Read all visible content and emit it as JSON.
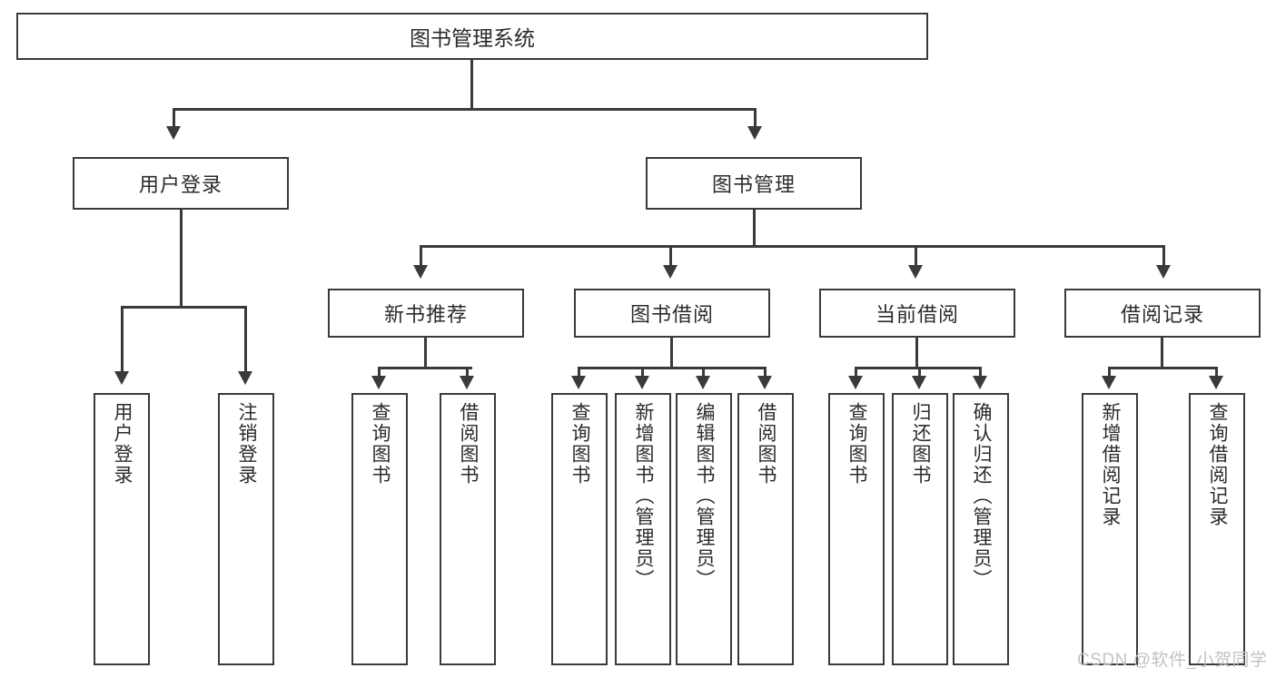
{
  "diagram": {
    "title": "图书管理系统",
    "type": "tree",
    "root": {
      "label": "图书管理系统"
    },
    "level1": [
      {
        "label": "用户登录"
      },
      {
        "label": "图书管理"
      }
    ],
    "level2": [
      {
        "label": "新书推荐"
      },
      {
        "label": "图书借阅"
      },
      {
        "label": "当前借阅"
      },
      {
        "label": "借阅记录"
      }
    ],
    "leaves": {
      "user_login": [
        {
          "label": "用户登录"
        },
        {
          "label": "注销登录"
        }
      ],
      "new_book_recommend": [
        {
          "label": "查询图书"
        },
        {
          "label": "借阅图书"
        }
      ],
      "book_borrow": [
        {
          "label": "查询图书"
        },
        {
          "label": "新增图书（管理员）"
        },
        {
          "label": "编辑图书（管理员）"
        },
        {
          "label": "借阅图书"
        }
      ],
      "current_borrow": [
        {
          "label": "查询图书"
        },
        {
          "label": "归还图书"
        },
        {
          "label": "确认归还（管理员）"
        }
      ],
      "borrow_record": [
        {
          "label": "新增借阅记录"
        },
        {
          "label": "查询借阅记录"
        }
      ]
    }
  },
  "watermark": {
    "text": "CSDN @软件_小贺同学"
  },
  "colors": {
    "stroke": "#3a3a3a",
    "fill": "#ffffff",
    "text": "#2b2b2b",
    "watermark": "#c2c2c2"
  }
}
